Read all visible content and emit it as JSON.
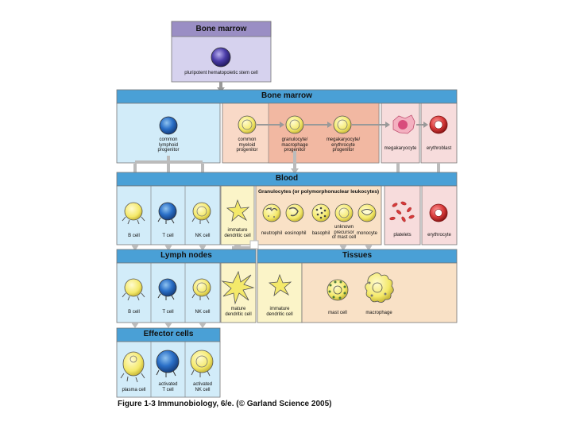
{
  "colors": {
    "header_blue": "#4aa0d6",
    "header_purple": "#9a8ec4",
    "panel_lavender": "#d6d2ee",
    "panel_lightblue": "#d2ecf9",
    "panel_peach": "#f9d9c7",
    "panel_salmon": "#f2b8a2",
    "panel_pink": "#f7dcdc",
    "panel_yellow": "#fbf4c8",
    "panel_tan": "#f9e1c6",
    "cell_blue": "#2a6fc7",
    "cell_yellow": "#f4e96a",
    "cell_red": "#d83a3a",
    "cell_purple": "#4a3ca8"
  },
  "headers": {
    "bone_marrow_top": "Bone marrow",
    "bone_marrow": "Bone marrow",
    "blood": "Blood",
    "granulocytes": "Granulocytes (or polymorphonuclear leukocytes)",
    "lymph_nodes": "Lymph nodes",
    "tissues": "Tissues",
    "effector_cells": "Effector cells"
  },
  "labels": {
    "stem_cell": "pluripotent hematopoietic stem cell",
    "lymphoid_progenitor": "common\nlymphoid\nprogenitor",
    "myeloid_progenitor": "common\nmyeloid\nprogenitor",
    "gm_progenitor": "granulocyte/\nmacrophage\nprogenitor",
    "me_progenitor": "megakaryocyte/\nerythrocyte\nprogenitor",
    "megakaryocyte": "megakaryocyte",
    "erythroblast": "erythroblast",
    "blood_b_cell": "B cell",
    "blood_t_cell": "T cell",
    "blood_nk_cell": "NK cell",
    "blood_immature_dc": "immature\ndendritic cell",
    "neutrophil": "neutrophil",
    "eosinophil": "eosinophil",
    "basophil": "basophil",
    "unknown_precursor": "unknown\nprecursor\nof mast cell",
    "monocyte": "monocyte",
    "platelets": "platelets",
    "erythrocyte": "erythrocyte",
    "lymph_b_cell": "B cell",
    "lymph_t_cell": "T cell",
    "lymph_nk_cell": "NK cell",
    "mature_dc": "mature\ndendritic cell",
    "tissue_immature_dc": "immature\ndendritic cell",
    "mast_cell": "mast cell",
    "macrophage": "macrophage",
    "plasma_cell": "plasma cell",
    "activated_t_cell": "activated\nT cell",
    "activated_nk_cell": "activated\nNK cell"
  },
  "caption": "Figure 1-3  Immunobiology, 6/e. (© Garland Science 2005)"
}
